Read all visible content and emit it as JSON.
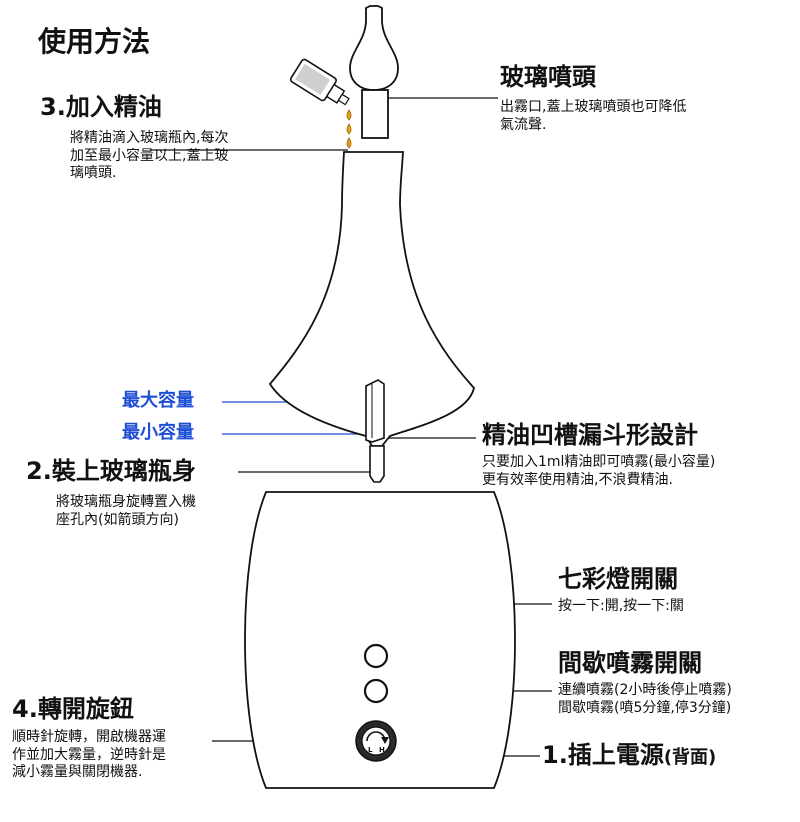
{
  "title": "使用方法",
  "steps": {
    "add_oil": {
      "heading": "3.加入精油",
      "desc": [
        "將精油滴入玻璃瓶內,每次",
        "加至最小容量以上,蓋上玻",
        "璃噴頭."
      ]
    },
    "install_bottle": {
      "heading": "2.裝上玻璃瓶身",
      "desc": [
        "將玻璃瓶身旋轉置入機",
        "座孔內(如箭頭方向)"
      ]
    },
    "turn_knob": {
      "heading": "4.轉開旋鈕",
      "desc": [
        "順時針旋轉，開啟機器運",
        "作並加大霧量，逆時針是",
        "減小霧量與關閉機器."
      ]
    },
    "plug_power": {
      "heading": "1.插上電源",
      "suffix": "(背面)"
    }
  },
  "parts": {
    "nozzle": {
      "heading": "玻璃噴頭",
      "desc": [
        "出霧口,蓋上玻璃噴頭也可降低",
        "氣流聲."
      ]
    },
    "funnel": {
      "heading": "精油凹槽漏斗形設計",
      "desc": [
        "只要加入1ml精油即可噴霧(最小容量)",
        "更有效率使用精油,不浪費精油."
      ]
    },
    "light_switch": {
      "heading": "七彩燈開關",
      "desc": [
        "按一下:開,按一下:關"
      ]
    },
    "interval_switch": {
      "heading": "間歇噴霧開關",
      "desc": [
        "連續噴霧(2小時後停止噴霧)",
        "間歇噴霧(噴5分鐘,停3分鐘)"
      ]
    }
  },
  "levels": {
    "max": "最大容量",
    "min": "最小容量"
  },
  "knob_marks": {
    "low": "L",
    "high": "H"
  },
  "colors": {
    "line": "#111111",
    "level_line": "#1f4fd6",
    "oil": "#e0a21a"
  }
}
